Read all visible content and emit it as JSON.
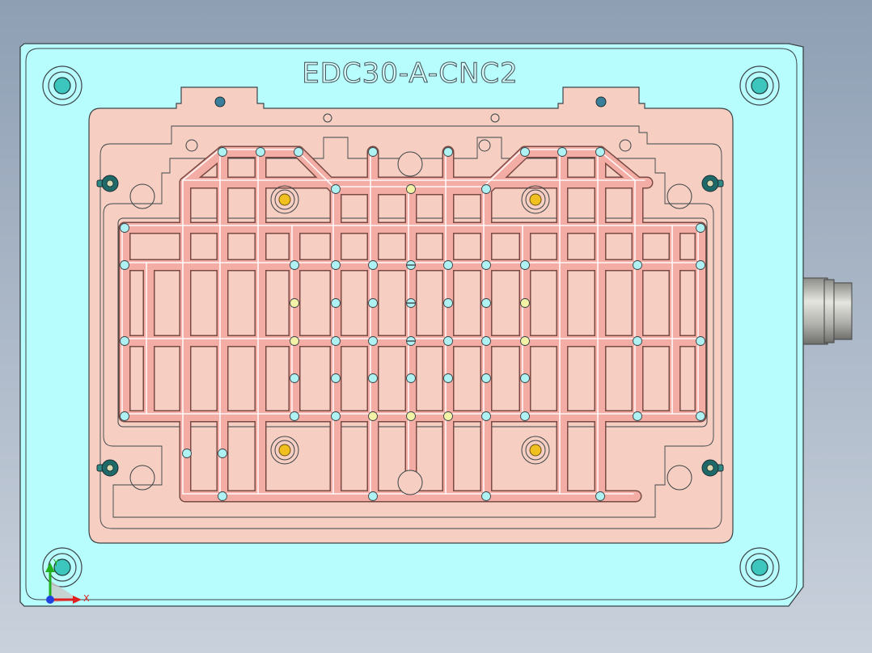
{
  "part": {
    "engraved_label": "EDC30-A-CNC2"
  },
  "colors": {
    "background_top": "#8e9fb4",
    "background_bottom": "#c9d1dc",
    "plate_cyan": "#b8fdfd",
    "insert_pink": "#f6cfc2",
    "channel_fill": "#f3ada4",
    "channel_edge": "#ffffff",
    "hole_cyan": "#aef2f4",
    "hole_yellow": "#f3f3a8",
    "pin_gold": "#f0c020",
    "bolt_teal": "#3cc6be",
    "connector_metal": "#b8b8b4",
    "outline": "#3c4448"
  },
  "triad": {
    "x_label": "X",
    "y_label": "Y"
  }
}
